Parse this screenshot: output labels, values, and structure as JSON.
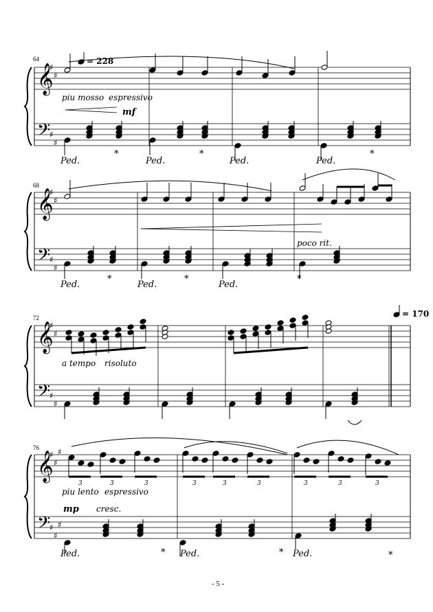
{
  "page_number": "- 5 -",
  "systems": [
    {
      "measure_number": "64",
      "tempo": "= 228",
      "expressions": [
        "piu mosso",
        "espressivo"
      ],
      "dynamics": [
        "mf"
      ]
    },
    {
      "measure_number": "68",
      "expressions": [
        "poco rit."
      ],
      "dynamics": []
    },
    {
      "measure_number": "72",
      "tempo": "= 170",
      "expressions": [
        "a tempo",
        "risoluto"
      ],
      "dynamics": []
    },
    {
      "measure_number": "76",
      "expressions": [
        "piu lento",
        "espressivo",
        "cresc."
      ],
      "dynamics": [
        "mp"
      ]
    }
  ],
  "pedal_marks": {
    "down": "Ped.",
    "up": "*"
  },
  "tuplet_label": "3"
}
